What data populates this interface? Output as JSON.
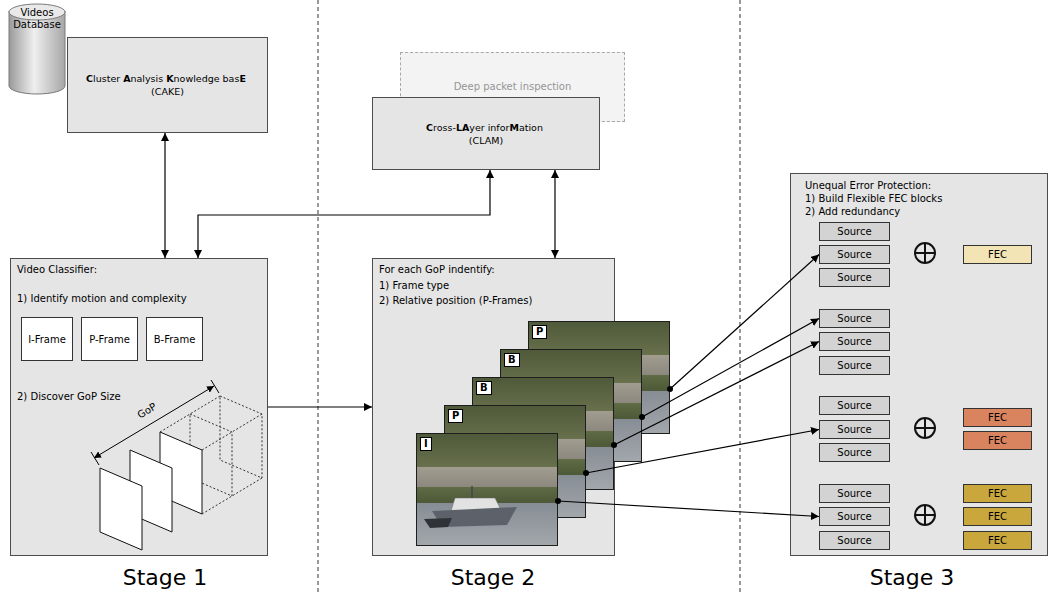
{
  "diagram": {
    "nodes": [
      {
        "text": [
          "Videos Database"
        ]
      },
      {
        "text": [
          "Cluster Analysis Knowledge basE (CAKE)"
        ]
      },
      {
        "text": [
          "Deep packet inspection"
        ]
      },
      {
        "text": [
          "Cross-LAyer inforMation (CLAM)"
        ]
      },
      {
        "text": [
          "Video Classifier:",
          "1) Identify motion and complexity",
          "2) Discover GoP Size"
        ]
      },
      {
        "text": [
          "I-Frame"
        ],
        "in": 4
      },
      {
        "text": [
          "P-Frame"
        ],
        "in": 4
      },
      {
        "text": [
          "B-Frame"
        ],
        "in": 4
      },
      {
        "text": [
          "For each GoP indentify:",
          "1) Frame type",
          "2) Relative position (P-Frames)"
        ]
      },
      {
        "text": [
          "P"
        ],
        "in": 8
      },
      {
        "text": [
          "B"
        ],
        "in": 8
      },
      {
        "text": [
          "B"
        ],
        "in": 8
      },
      {
        "text": [
          "P"
        ],
        "in": 8
      },
      {
        "text": [
          "I"
        ],
        "in": 8
      },
      {
        "text": [
          "Unequal Error Protection:",
          "1) Build Flexible FEC blocks",
          "2) Add redundancy"
        ]
      },
      {
        "text": [
          "Source"
        ],
        "in": 14
      },
      {
        "text": [
          "Source"
        ],
        "in": 14
      },
      {
        "text": [
          "Source"
        ],
        "in": 14
      },
      {
        "text": [
          "FEC"
        ],
        "in": 14
      },
      {
        "text": [
          "Source"
        ],
        "in": 14
      },
      {
        "text": [
          "Source"
        ],
        "in": 14
      },
      {
        "text": [
          "Source"
        ],
        "in": 14
      },
      {
        "text": [
          "Source"
        ],
        "in": 14
      },
      {
        "text": [
          "Source"
        ],
        "in": 14
      },
      {
        "text": [
          "Source"
        ],
        "in": 14
      },
      {
        "text": [
          "FEC"
        ],
        "in": 14
      },
      {
        "text": [
          "FEC"
        ],
        "in": 14
      },
      {
        "text": [
          "Source"
        ],
        "in": 14
      },
      {
        "text": [
          "Source"
        ],
        "in": 14
      },
      {
        "text": [
          "Source"
        ],
        "in": 14
      },
      {
        "text": [
          "FEC"
        ],
        "in": 14
      },
      {
        "text": [
          "FEC"
        ],
        "in": 14
      },
      {
        "text": [
          "FEC"
        ],
        "in": 14
      }
    ],
    "edges": [
      {
        "from": 1,
        "to": 4,
        "arrow": "both"
      },
      {
        "from": 4,
        "to": 3,
        "arrow": "both"
      },
      {
        "from": 3,
        "to": 8,
        "arrow": "both"
      },
      {
        "from": 4,
        "to": 8,
        "arrow": "to"
      },
      {
        "from": 9,
        "to": 16,
        "arrow": "to"
      },
      {
        "from": 10,
        "to": 19,
        "arrow": "to"
      },
      {
        "from": 11,
        "to": 20,
        "arrow": "to"
      },
      {
        "from": 12,
        "to": 23,
        "arrow": "to"
      },
      {
        "from": 13,
        "to": 28,
        "arrow": "to"
      }
    ],
    "labels": [
      "GoP",
      "Stage 1",
      "Stage 2",
      "Stage 3"
    ]
  }
}
